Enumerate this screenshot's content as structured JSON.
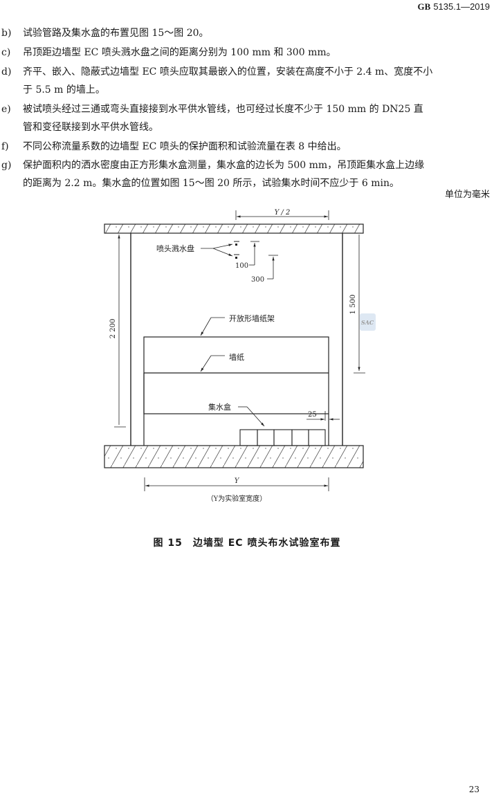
{
  "header": {
    "standard_prefix": "GB",
    "standard_number": "5135.1—2019"
  },
  "items": [
    {
      "label": "b)",
      "lines": [
        "试验管路及集水盒的布置见图 15～图 20。"
      ]
    },
    {
      "label": "c)",
      "lines": [
        "吊顶距边墙型 EC 喷头溅水盘之间的距离分别为 100 mm 和 300 mm。"
      ]
    },
    {
      "label": "d)",
      "lines": [
        "齐平、嵌入、隐蔽式边墙型 EC 喷头应取其最嵌入的位置，安装在高度不小于 2.4 m、宽度不小",
        "于 5.5 m 的墙上。"
      ]
    },
    {
      "label": "e)",
      "lines": [
        "被试喷头经过三通或弯头直接接到水平供水管线，也可经过长度不少于 150 mm 的 DN25 直",
        "管和变径联接到水平供水管线。"
      ]
    },
    {
      "label": "f)",
      "lines": [
        "不同公称流量系数的边墙型 EC 喷头的保护面积和试验流量在表 8 中给出。"
      ]
    },
    {
      "label": "g)",
      "lines": [
        "保护面积内的洒水密度由正方形集水盒测量，集水盒的边长为 500 mm，吊顶距集水盒上边缘",
        "的距离为 2.2 m。集水盒的位置如图 15～图 20 所示，试验集水时间不应少于 6 min。"
      ]
    }
  ],
  "unit_note": "单位为毫米",
  "figure": {
    "labels": {
      "half_width": "Y / 2",
      "deflector": "喷头溅水盘",
      "dim_100": "100",
      "dim_300": "300",
      "dim_2200": "2 200",
      "dim_1500": "1 500",
      "open_rack": "开放形墙纸架",
      "wallpaper": "墙纸",
      "collection_box": "集水盒",
      "dim_25": "25",
      "width": "Y",
      "width_note": "（Y为实验室宽度）"
    },
    "collection_box_count": 5
  },
  "caption": "图 15　边墙型 EC 喷头布水试验室布置",
  "page_number": "23"
}
